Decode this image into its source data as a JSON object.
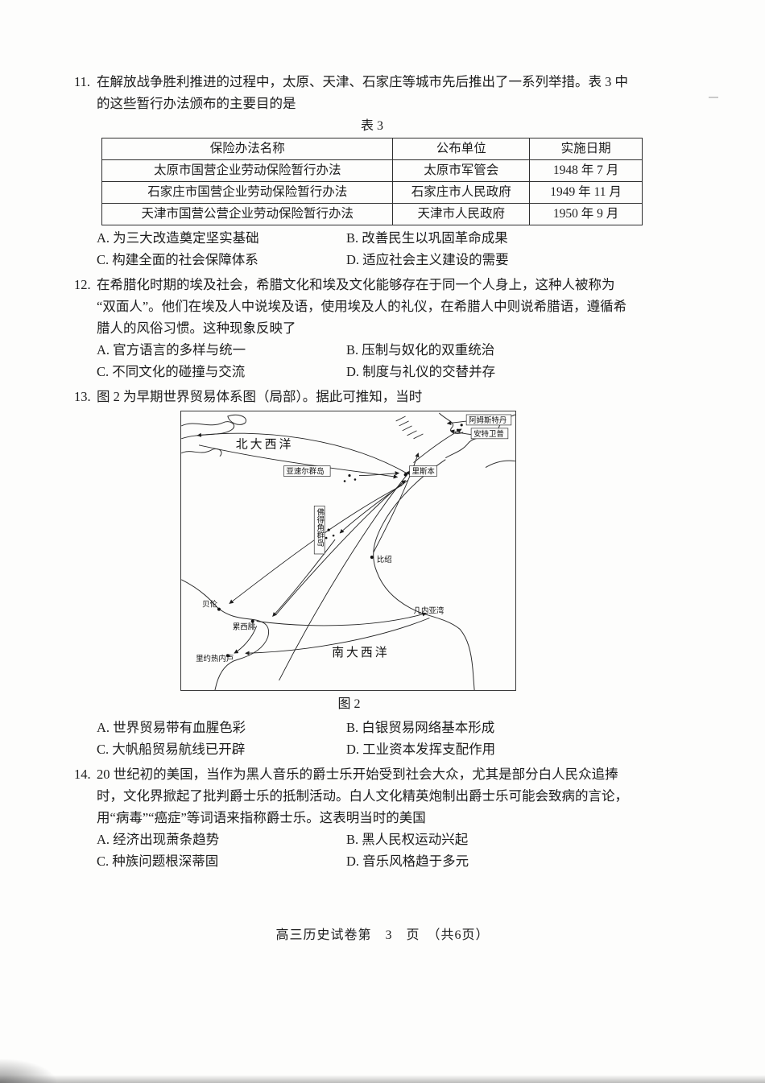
{
  "page": {
    "footer": "高三历史试卷第　3　页　（共6页）"
  },
  "q11": {
    "number": "11.",
    "stem": [
      "在解放战争胜利推进的过程中，太原、天津、石家庄等城市先后推出了一系列举措。表 3 中",
      "的这些暂行办法颁布的主要目的是"
    ],
    "table_caption": "表 3",
    "table": {
      "headers": [
        "保险办法名称",
        "公布单位",
        "实施日期"
      ],
      "rows": [
        [
          "太原市国营企业劳动保险暂行办法",
          "太原市军管会",
          "1948 年 7 月"
        ],
        [
          "石家庄市国营企业劳动保险暂行办法",
          "石家庄市人民政府",
          "1949 年 11 月"
        ],
        [
          "天津市国营公营企业劳动保险暂行办法",
          "天津市人民政府",
          "1950 年 9 月"
        ]
      ]
    },
    "options": [
      "A. 为三大改造奠定坚实基础",
      "B. 改善民生以巩固革命成果",
      "C. 构建全面的社会保障体系",
      "D. 适应社会主义建设的需要"
    ]
  },
  "q12": {
    "number": "12.",
    "stem": [
      "在希腊化时期的埃及社会，希腊文化和埃及文化能够存在于同一个人身上，这种人被称为",
      "“双面人”。他们在埃及人中说埃及语，使用埃及人的礼仪，在希腊人中则说希腊语，遵循希",
      "腊人的风俗习惯。这种现象反映了"
    ],
    "options": [
      "A. 官方语言的多样与统一",
      "B. 压制与奴化的双重统治",
      "C. 不同文化的碰撞与交流",
      "D. 制度与礼仪的交替并存"
    ]
  },
  "q13": {
    "number": "13.",
    "stem": [
      "图 2 为早期世界贸易体系图（局部）。据此可推知，当时"
    ],
    "figure": {
      "caption": "图 2",
      "labels": {
        "north_atlantic": "北大西洋",
        "south_atlantic": "南大西洋",
        "amsterdam": "阿姆斯特丹",
        "antwerp": "安特卫普",
        "lisbon": "里斯本",
        "azores": "亚速尔群岛",
        "cape_verde": "佛得角群岛",
        "bissau": "比绍",
        "belem": "贝伦",
        "recife": "累西腓",
        "rio": "里约热内卢",
        "gulf_of_guinea": "几内亚湾"
      }
    },
    "options": [
      "A. 世界贸易带有血腥色彩",
      "B. 白银贸易网络基本形成",
      "C. 大帆船贸易航线已开辟",
      "D. 工业资本发挥支配作用"
    ]
  },
  "q14": {
    "number": "14.",
    "stem": [
      "20 世纪初的美国，当作为黑人音乐的爵士乐开始受到社会大众，尤其是部分白人民众追捧",
      "时，文化界掀起了批判爵士乐的抵制活动。白人文化精英炮制出爵士乐可能会致病的言论，",
      "用“病毒”“癌症”等词语来指称爵士乐。这表明当时的美国"
    ],
    "options": [
      "A. 经济出现萧条趋势",
      "B. 黑人民权运动兴起",
      "C. 种族问题根深蒂固",
      "D. 音乐风格趋于多元"
    ]
  }
}
